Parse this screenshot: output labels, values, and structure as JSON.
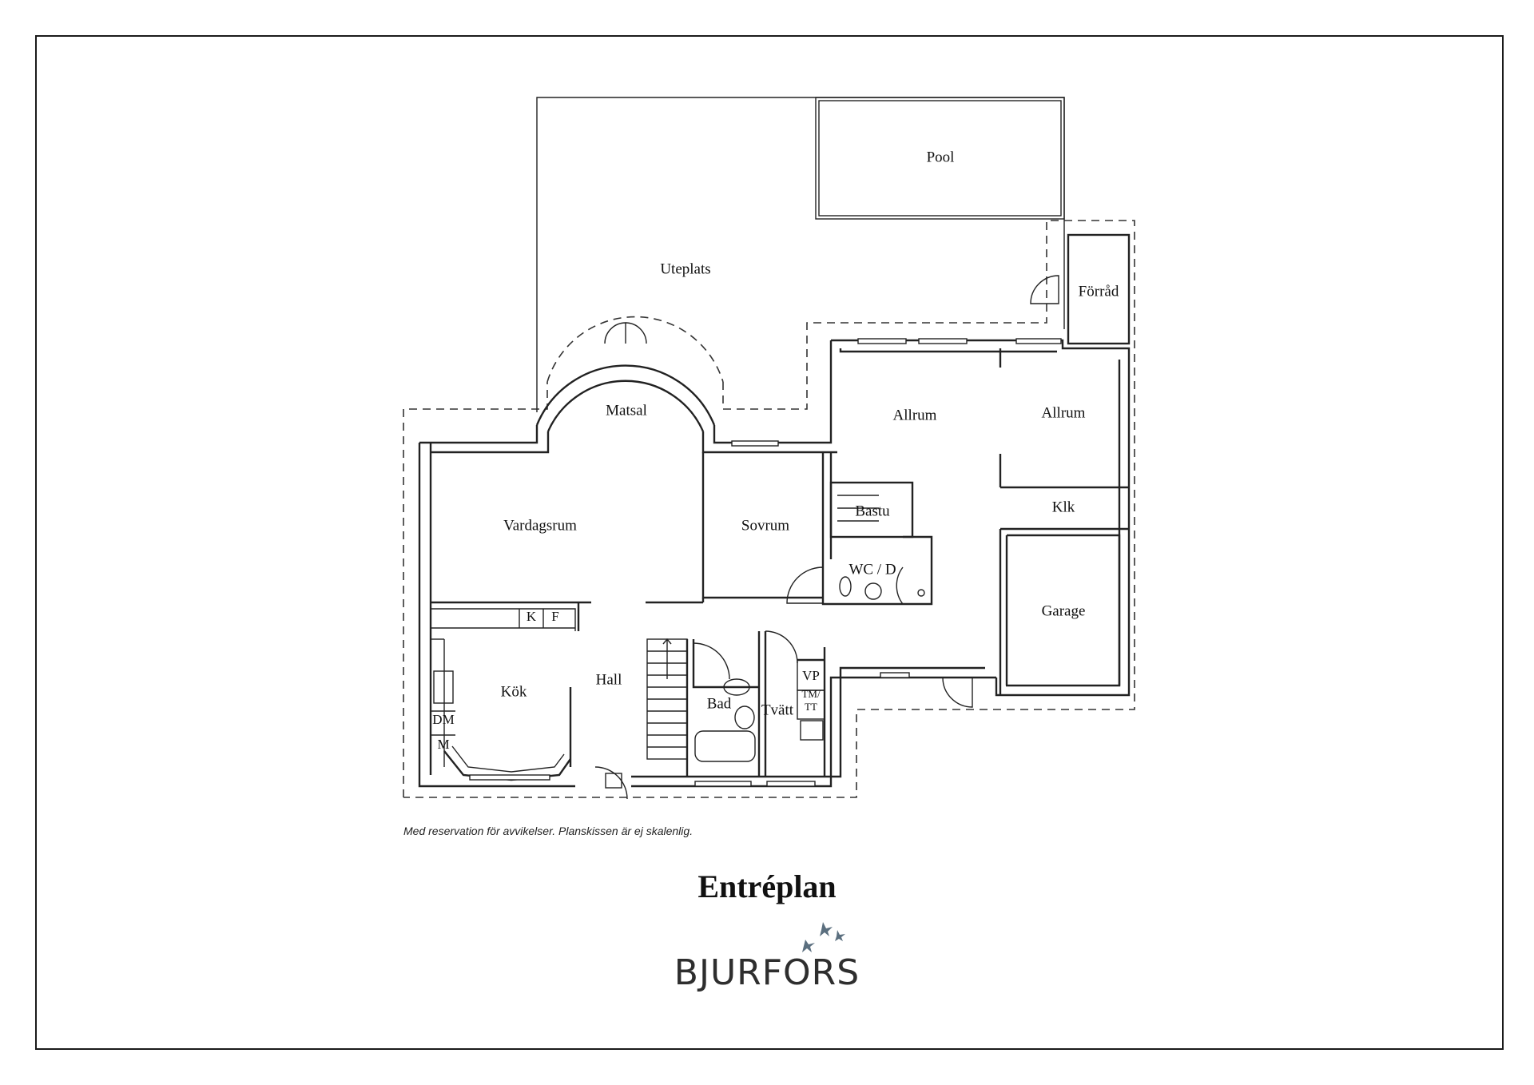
{
  "plan": {
    "rooms": {
      "pool": "Pool",
      "uteplats": "Uteplats",
      "forrad": "Förråd",
      "matsal": "Matsal",
      "allrum_1": "Allrum",
      "allrum_2": "Allrum",
      "vardagsrum": "Vardagsrum",
      "sovrum": "Sovrum",
      "bastu": "Bastu",
      "klk": "Klk",
      "wc_d": "WC / D",
      "garage": "Garage",
      "kok": "Kök",
      "hall": "Hall",
      "bad": "Bad",
      "tvatt": "Tvätt"
    },
    "fixtures": {
      "k": "K",
      "f": "F",
      "dm": "DM",
      "m": "M",
      "vp": "VP",
      "tm_tt_1": "TM/",
      "tm_tt_2": "TT"
    },
    "line_color": "#222222"
  },
  "disclaimer": "Med reservation för avvikelser. Planskissen är ej skalenlig.",
  "floor_title": "Entréplan",
  "brand": {
    "name": "BJURFORS",
    "bird_color": "#5b6f7f",
    "text_color": "#2e2e2e"
  }
}
